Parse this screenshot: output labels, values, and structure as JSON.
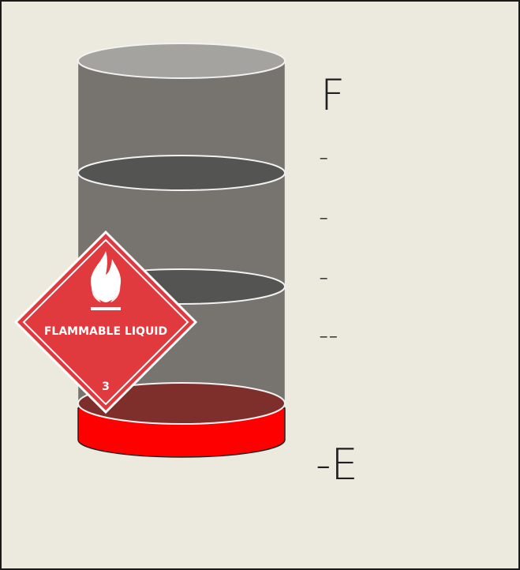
{
  "gauge": {
    "full_label": "F",
    "tick_labels": [
      "-",
      "-",
      "-",
      "--"
    ],
    "empty_label": "-E",
    "fill_level": 0.0,
    "colors": {
      "background": "#ece9df",
      "tank_body": "#77746f",
      "tank_top": "#a5a39f",
      "level_ring": "#545452",
      "base_red": "#ff0000",
      "base_top": "#7e2f2c"
    }
  },
  "placard": {
    "text": "FLAMMABLE LIQUID",
    "class_number": "3",
    "icon": "flame-icon",
    "color": "#e0393e"
  }
}
